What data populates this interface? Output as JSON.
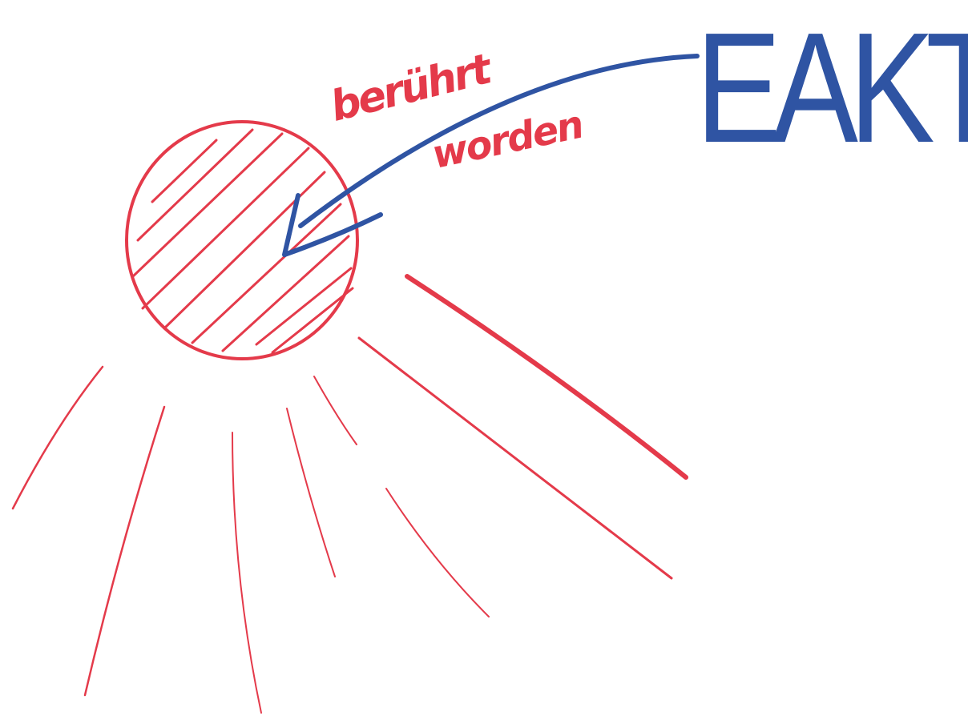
{
  "sketch": {
    "label_red_line1": "berührt",
    "label_red_line2": "worden",
    "label_blue": "EAKT",
    "colors": {
      "paper": "#ffffff",
      "red_marker": "#e43a4a",
      "blue_marker": "#2f54a3"
    }
  }
}
